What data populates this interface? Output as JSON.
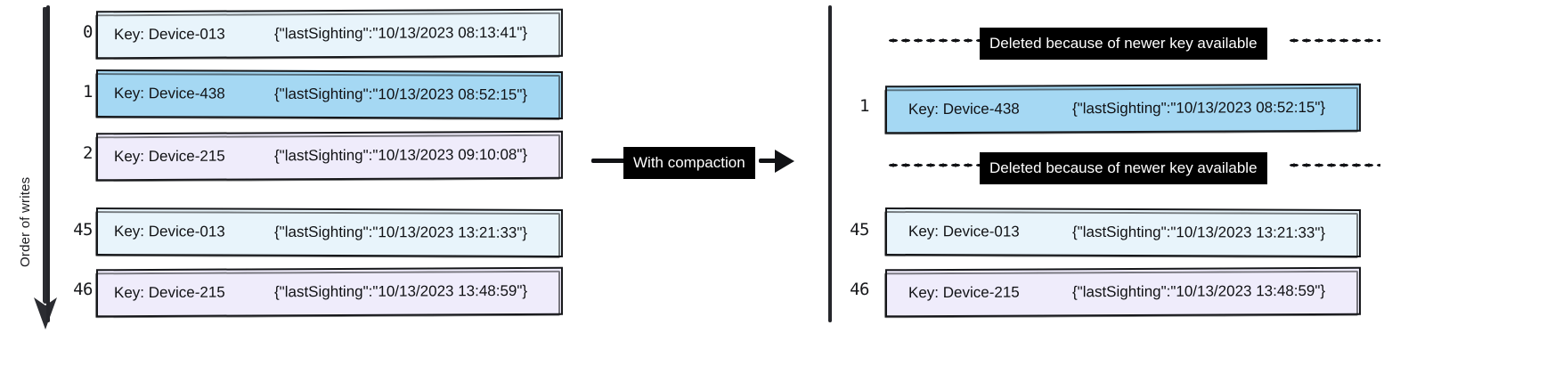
{
  "axis": {
    "label": "Order of writes",
    "arrow_icon": "down-arrow-icon"
  },
  "transform": {
    "label": "With compaction",
    "arrow_icon": "right-arrow-icon"
  },
  "left_panel": {
    "name": "uncompacted-log",
    "rows": [
      {
        "index": "0",
        "key": "Key: Device-013",
        "value": "{\"lastSighting\":\"10/13/2023 08:13:41\"}",
        "fill": "#e8f4fb",
        "style": "fill-pale"
      },
      {
        "index": "1",
        "key": "Key: Device-438",
        "value": "{\"lastSighting\":\"10/13/2023 08:52:15\"}",
        "fill": "#a5d8f3",
        "style": "fill-blue"
      },
      {
        "index": "2",
        "key": "Key: Device-215",
        "value": "{\"lastSighting\":\"10/13/2023 09:10:08\"}",
        "fill": "#efecfb",
        "style": "fill-lav"
      },
      {
        "index": "45",
        "key": "Key: Device-013",
        "value": "{\"lastSighting\":\"10/13/2023 13:21:33\"}",
        "fill": "#e8f4fb",
        "style": "fill-pale"
      },
      {
        "index": "46",
        "key": "Key: Device-215",
        "value": "{\"lastSighting\":\"10/13/2023 13:48:59\"}",
        "fill": "#efecfb",
        "style": "fill-lav"
      }
    ]
  },
  "right_panel": {
    "name": "compacted-log",
    "deleted_note_1": "Deleted because of newer key available",
    "deleted_note_2": "Deleted because of newer key available",
    "rows": [
      {
        "index": "1",
        "key": "Key: Device-438",
        "value": "{\"lastSighting\":\"10/13/2023 08:52:15\"}",
        "fill": "#a5d8f3",
        "style": "fill-blue"
      },
      {
        "index": "45",
        "key": "Key: Device-013",
        "value": "{\"lastSighting\":\"10/13/2023 13:21:33\"}",
        "fill": "#e8f4fb",
        "style": "fill-pale"
      },
      {
        "index": "46",
        "key": "Key: Device-215",
        "value": "{\"lastSighting\":\"10/13/2023 13:48:59\"}",
        "fill": "#efecfb",
        "style": "fill-lav"
      }
    ]
  },
  "colors": {
    "ink": "#16171a",
    "tag_bg": "#000000",
    "tag_fg": "#ffffff",
    "pale_blue": "#e8f4fb",
    "sky_blue": "#a5d8f3",
    "lavender": "#efecfb"
  }
}
